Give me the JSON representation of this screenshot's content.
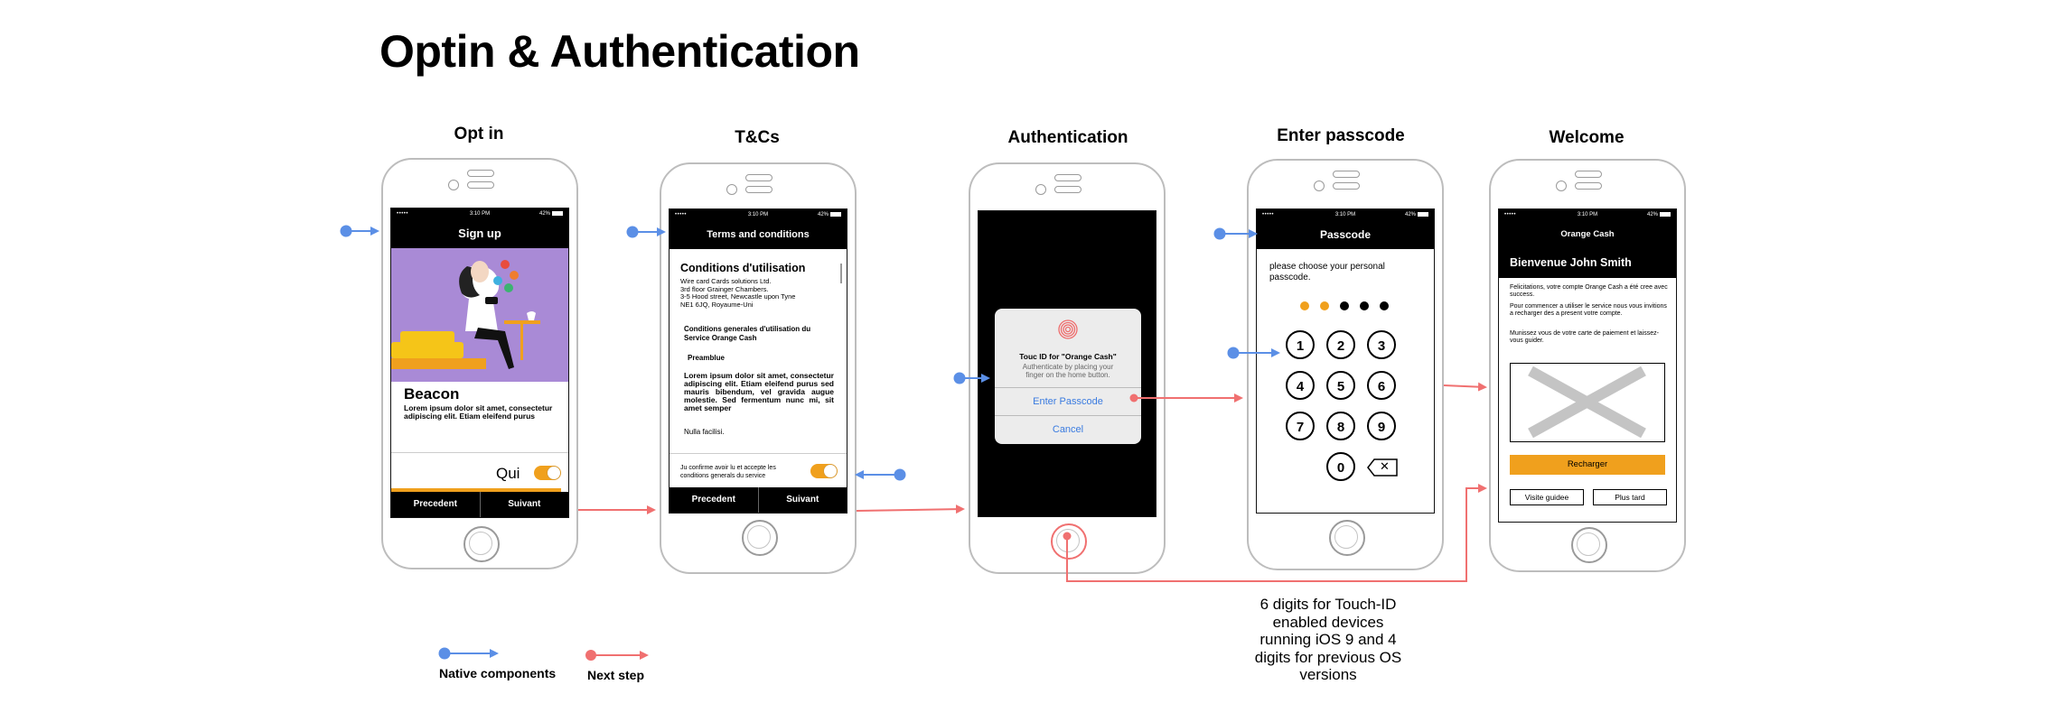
{
  "title": "Optin & Authentication",
  "screens": {
    "optin": {
      "heading": "Opt in",
      "status": {
        "carrier": "•••••  ",
        "time": "3:10 PM",
        "battery": "42%"
      },
      "navbar": "Sign up",
      "card_title": "Beacon",
      "card_body": "Lorem ipsum dolor sit amet, consectetur adipiscing elit. Etiam eleifend purus",
      "toggle_label": "Qui",
      "toggle_on": true,
      "footer_left": "Precedent",
      "footer_right": "Suivant",
      "illustration_bg": "#a98ad6"
    },
    "tcs": {
      "heading": "T&Cs",
      "status": {
        "carrier": "•••••  ",
        "time": "3:10 PM",
        "battery": "42%"
      },
      "navbar": "Terms and conditions",
      "doc_title": "Conditions d'utilisation",
      "address": [
        "Wire card Cards solutions Ltd.",
        "3rd floor Grainger Chambers.",
        "3-5 Hood street, Newcastle upon Tyne",
        "NE1 6JQ, Royaume-Uni"
      ],
      "section_title": "Conditions generales d'utilisation du Service Orange Cash",
      "preamble": "Preamblue",
      "lorem": "Lorem ipsum dolor sit amet, consectetur adipiscing elit. Etiam eleifend purus sed mauris bibendum, vel gravida augue molestie. Sed fermentum nunc mi, sit amet semper",
      "nulla": "Nulla facilisi.",
      "confirm": "Ju confirme avoir lu et accepte les conditions generals du service",
      "footer_left": "Precedent",
      "footer_right": "Suivant"
    },
    "auth": {
      "heading": "Authentication",
      "dialog_title": "Touc ID for \"Orange Cash\"",
      "dialog_body": "Authenticate by placing your finger on the home button.",
      "btn_passcode": "Enter Passcode",
      "btn_cancel": "Cancel"
    },
    "passcode": {
      "heading": "Enter passcode",
      "status": {
        "carrier": "•••••  ",
        "time": "3:10 PM",
        "battery": "42%"
      },
      "navbar": "Passcode",
      "prompt": "please choose your personal passcode.",
      "dots_filled": 2,
      "dots_total": 5,
      "keys": [
        "1",
        "2",
        "3",
        "4",
        "5",
        "6",
        "7",
        "8",
        "9",
        "0"
      ],
      "delete_key": "✕"
    },
    "welcome": {
      "heading": "Welcome",
      "status": {
        "carrier": "•••••  ",
        "time": "3:10 PM",
        "battery": "42%"
      },
      "navbar": "Orange Cash",
      "greeting": "Bienvenue John Smith",
      "p1": "Felicitations, votre compte Orange Cash a été cree avec success.",
      "p2": "Pour commencer a utiliser le service nous vous invitions a recharger des a present votre compte.",
      "p3": "Munissez vous de votre carte de paiement et laissez-vous guider.",
      "btn_recharge": "Recharger",
      "btn_guide": "Visite guidee",
      "btn_later": "Plus tard"
    }
  },
  "legend": {
    "native": "Native components",
    "next": "Next step"
  },
  "note": "6 digits for Touch-ID enabled devices running iOS 9 and 4 digits for previous OS versions",
  "colors": {
    "native_arrow": "#5b8fe6",
    "next_arrow": "#f07070",
    "accent_orange": "#f0a01d",
    "purple": "#a98ad6"
  }
}
